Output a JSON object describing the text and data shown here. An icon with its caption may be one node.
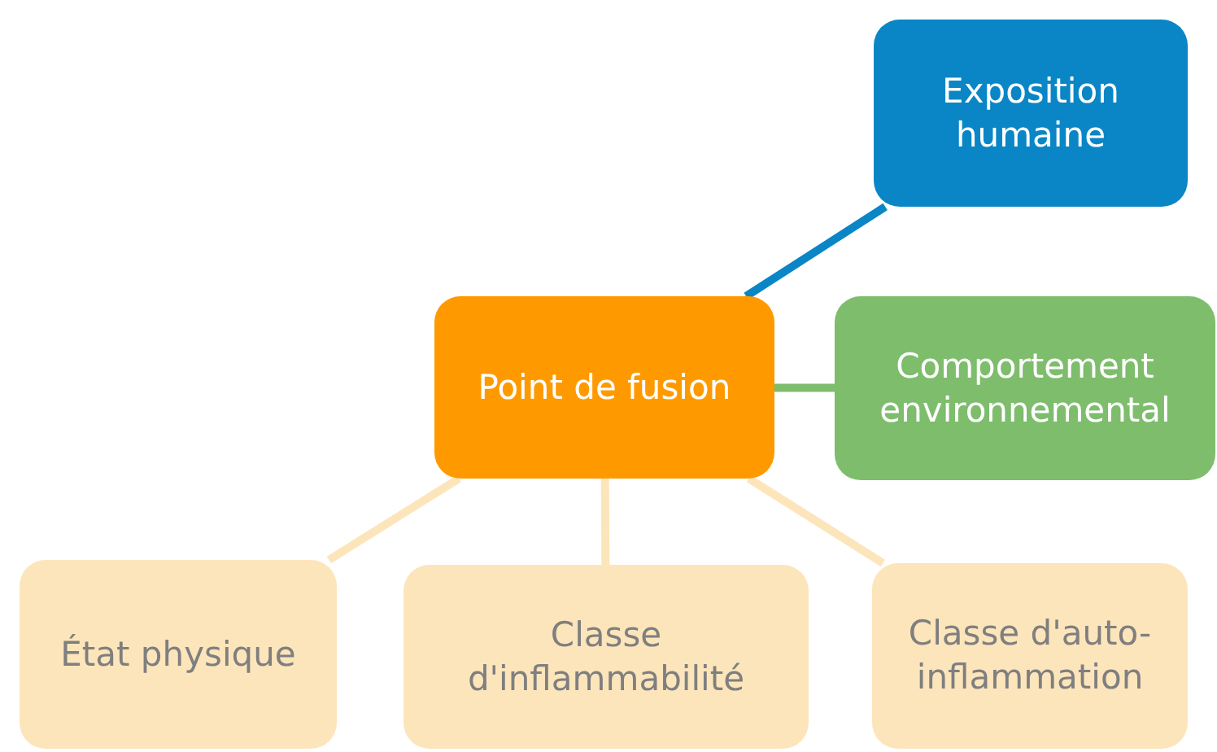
{
  "diagram": {
    "nodes": [
      {
        "text": [
          "Point de fusion"
        ]
      },
      {
        "text": [
          "Exposition humaine"
        ]
      },
      {
        "text": [
          "Comportement environnemental"
        ]
      },
      {
        "text": [
          "État physique"
        ]
      },
      {
        "text": [
          "Classe d'inflammabilité"
        ]
      },
      {
        "text": [
          "Classe d'auto-inflammation"
        ]
      }
    ],
    "edges": [
      {
        "from": 0,
        "to": 1,
        "arrow": "none",
        "color": "#0a86c6"
      },
      {
        "from": 0,
        "to": 2,
        "arrow": "none",
        "color": "#7dbd6c"
      },
      {
        "from": 0,
        "to": 3,
        "arrow": "none"
      },
      {
        "from": 0,
        "to": 4,
        "arrow": "none"
      },
      {
        "from": 0,
        "to": 5,
        "arrow": "none"
      }
    ]
  }
}
